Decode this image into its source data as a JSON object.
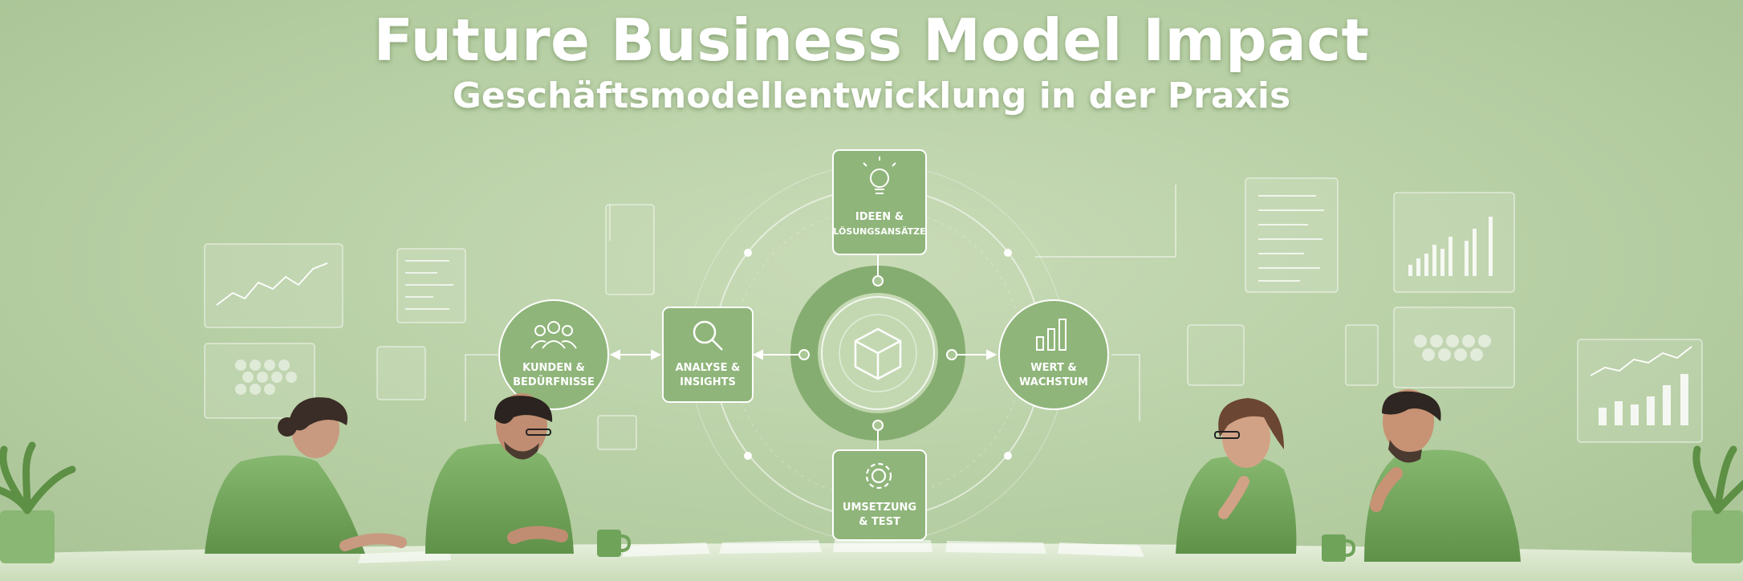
{
  "title": "Future Business Model Impact",
  "subtitle": "Geschäftsmodellentwicklung in der Praxis",
  "nodes": {
    "ideas": {
      "line1": "IDEEN &",
      "line2": "LÖSUNGSANSÄTZE",
      "icon": "lightbulb-icon"
    },
    "customers": {
      "line1": "KUNDEN &",
      "line2": "BEDÜRFNISSE",
      "icon": "people-icon"
    },
    "analysis": {
      "line1": "ANALYSE &",
      "line2": "INSIGHTS",
      "icon": "magnifier-icon"
    },
    "growth": {
      "line1": "WERT &",
      "line2": "WACHSTUM",
      "icon": "bar-chart-icon"
    },
    "implementation": {
      "line1": "UMSETZUNG",
      "line2": "& TEST",
      "icon": "gear-icon"
    },
    "center": {
      "icon": "cube-icon"
    }
  },
  "colors": {
    "background": "#b6cea3",
    "node_fill": "#8fb57a",
    "ring": "#7ea86a",
    "shirt": "#6fa35a",
    "table": "#dbe8cf"
  }
}
